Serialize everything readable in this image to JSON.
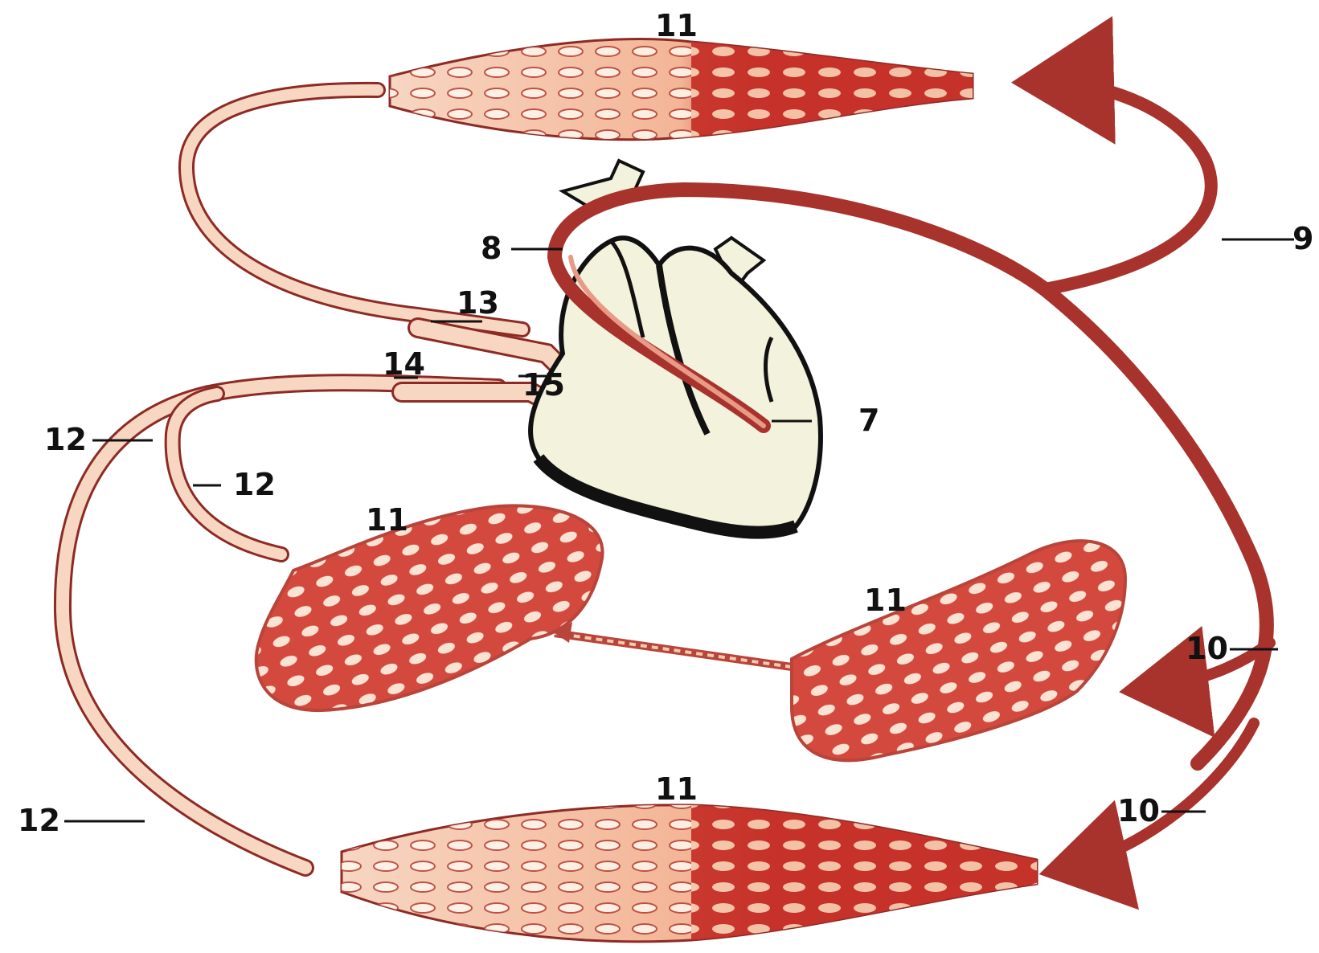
{
  "colors": {
    "artery": "#a8322c",
    "vein_fill": "#f7d6c2",
    "vein_stroke": "#8e2a24",
    "capillary_dark": "#c6322a",
    "capillary_light": "#f6c9ad",
    "heart_fill": "#f3f2dc",
    "heart_outline": "#111111",
    "label": "#111111"
  },
  "labels": {
    "n7": "7",
    "n8": "8",
    "n9": "9",
    "n10a": "10",
    "n10b": "10",
    "n11_top": "11",
    "n11_left": "11",
    "n11_right": "11",
    "n11_bottom": "11",
    "n12_upper": "12",
    "n12_inner": "12",
    "n12_lower": "12",
    "n13": "13",
    "n14": "14",
    "n15": "15"
  },
  "icons": {
    "heart": "heart-icon",
    "arrow": "arrow-icon"
  }
}
